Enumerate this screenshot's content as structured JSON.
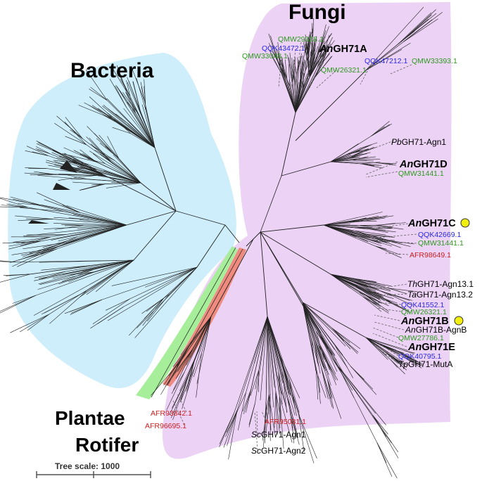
{
  "clades": {
    "fungi": "Fungi",
    "bacteria": "Bacteria",
    "plantae": "Plantae",
    "rotifer": "Rotifer"
  },
  "colors": {
    "bacteria_bg": "#cdeefa",
    "fungi_bg": "#ecd2f5",
    "plantae_bg": "#a6ee9a",
    "rotifer_bg": "#ee8a7e",
    "accession_green": "#2e9a1f",
    "accession_blue": "#2a2ae6",
    "accession_red": "#cc1f1f",
    "marker_yellow": "#f2ee10"
  },
  "labels": {
    "qmw29328": "QMW29328.1",
    "qqk43472": "QQK43472.1",
    "qmw33048": "QMW33048.1",
    "angh71a_i": "An",
    "angh71a_r": "GH71A",
    "qmw26321_top": "QMW26321.1",
    "qqk47212": "QQK47212.1",
    "qmw33393": "QMW33393.1",
    "pbgh71_i": "Pb",
    "pbgh71_r": "GH71-Agn1",
    "angh71d_i": "An",
    "angh71d_r": "GH71D",
    "qmw31441_d": "QMW31441.1",
    "angh71c_i": "An",
    "angh71c_r": "GH71C",
    "qqk42669": "QQK42669.1",
    "qmw31441_c": "QMW31441.1",
    "afr98649": "AFR98649.1",
    "thgh71_i": "Th",
    "thgh71_r": "GH71-Agn13.1",
    "tagh71_i": "Ta",
    "tagh71_r": "GH71-Agn13.2",
    "qqk41552": "QQK41552.1",
    "qmw26321_b": "QMW26321.1",
    "angh71b_i": "An",
    "angh71b_r": "GH71B",
    "angh71bagnb_i": "An",
    "angh71bagnb_r": "GH71B-AgnB",
    "qmw27786": "QMW27786.1",
    "angh71e_i": "An",
    "angh71e_r": "GH71E",
    "qqk40795": "QQK40795.1",
    "tpgh71_i": "Tp",
    "tpgh71_r": "GH71-MutA",
    "afr93842": "AFR93842.1",
    "afr96695": "AFR96695.1",
    "afr95081": "AFR95081.1",
    "scagn1_i": "Sc",
    "scagn1_r": "GH71-Agn1",
    "scagn2_i": "Sc",
    "scagn2_r": "GH71-Agn2"
  },
  "scale_bar": {
    "label": "Tree scale: 1000"
  }
}
